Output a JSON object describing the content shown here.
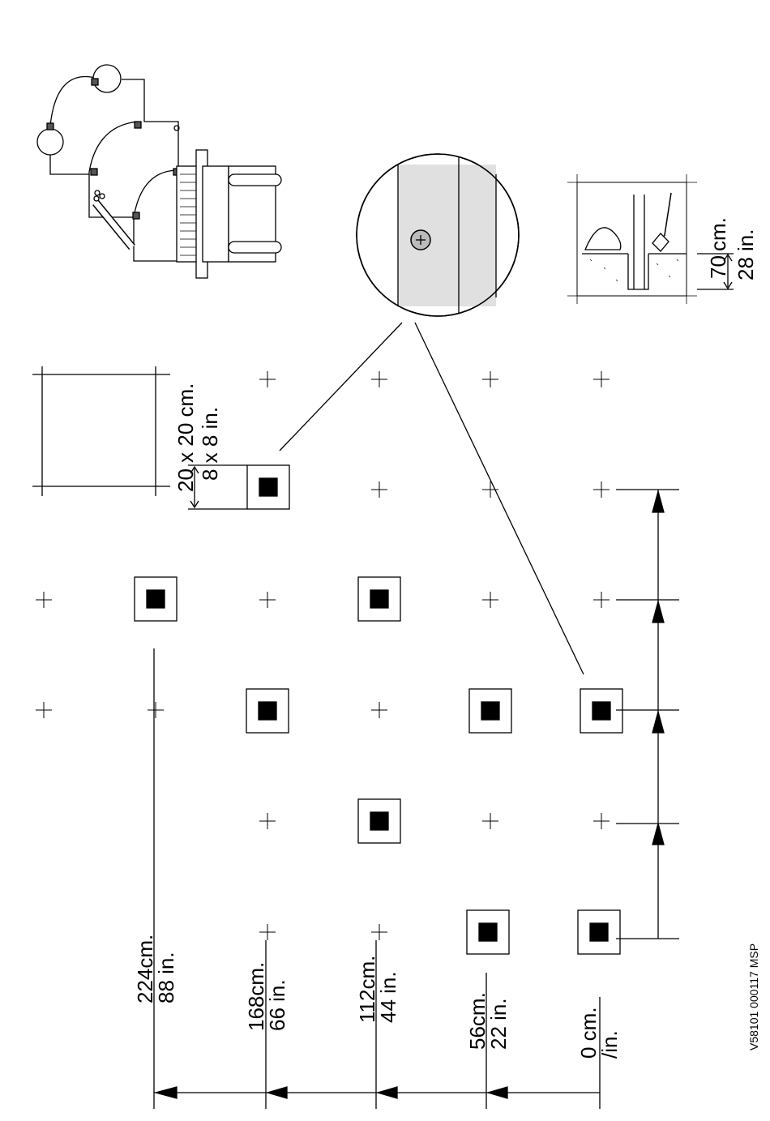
{
  "scale_labels": [
    {
      "cm": "224cm.",
      "inch": "88 in."
    },
    {
      "cm": "168cm.",
      "inch": "66 in."
    },
    {
      "cm": "112cm.",
      "inch": "44 in."
    },
    {
      "cm": "56cm.",
      "inch": "22 in."
    },
    {
      "cm": "0 cm.",
      "inch": "/in."
    }
  ],
  "footing_size": {
    "cm": "20 x 20 cm.",
    "inch": "8 x 8  in."
  },
  "depth": {
    "cm": "70",
    "cm_unit": "cm.",
    "inch": "28",
    "inch_unit": "in."
  },
  "drawing_code": "V58101 000117  MSP"
}
